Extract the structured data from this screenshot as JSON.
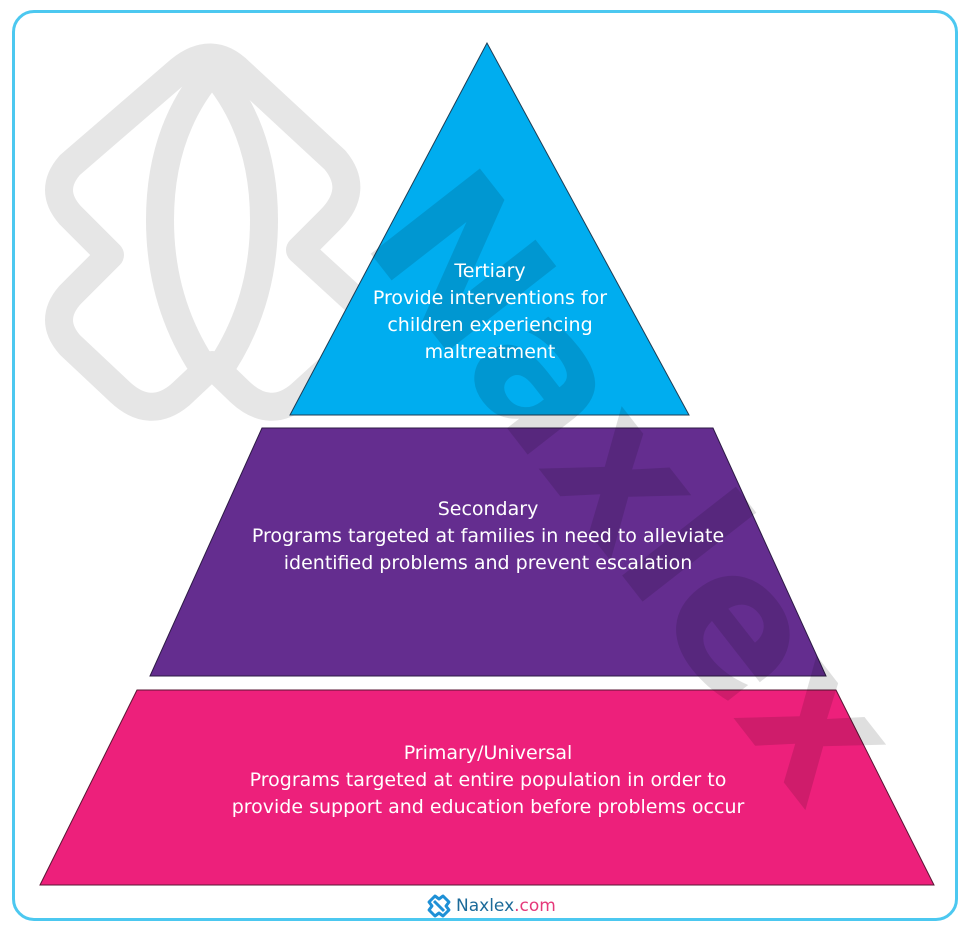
{
  "colors": {
    "frame": "#4cc8f0",
    "tertiary": "#00adef",
    "secondary": "#642d8f",
    "primary": "#ed207b",
    "watermark": "#dcdcdc",
    "text": "#ffffff",
    "logo_blue": "#1b6a99",
    "logo_pink": "#e5397a"
  },
  "pyramid": {
    "levels": [
      {
        "id": "tertiary",
        "title": "Tertiary",
        "lines": [
          "Provide interventions for",
          "children experiencing",
          "maltreatment"
        ]
      },
      {
        "id": "secondary",
        "title": "Secondary",
        "lines": [
          "Programs targeted at families in need to alleviate",
          "identified problems and prevent escalation"
        ]
      },
      {
        "id": "primary",
        "title": "Primary/Universal",
        "lines": [
          "Programs targeted at entire population in order to",
          "provide support and education before problems occur"
        ]
      }
    ]
  },
  "watermark": {
    "icon": "naxlex-logo-icon",
    "text": "Naxlex"
  },
  "footer": {
    "brand": "Naxlex",
    "tld": ".com",
    "icon": "naxlex-logo-icon"
  }
}
